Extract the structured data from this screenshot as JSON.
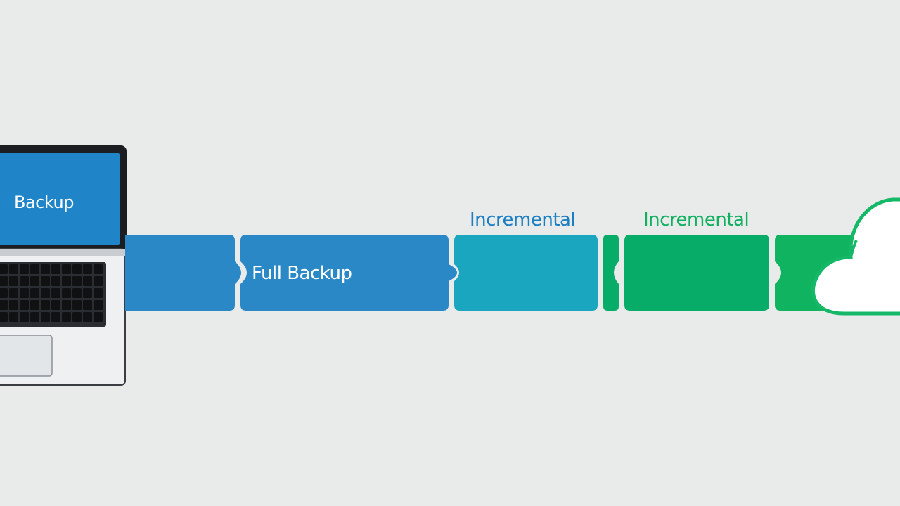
{
  "laptop": {
    "screen_label": "Backup",
    "screen_color": "#1f85c8"
  },
  "chain": {
    "blocks": [
      {
        "label": "Full Backup",
        "color": "#2a88c6"
      },
      {
        "label": "Incremental",
        "color": "#1aa6bf"
      },
      {
        "label": "Incremental",
        "color": "#07ac68"
      }
    ],
    "label_colors": {
      "incremental_1": "#1a7fc2",
      "incremental_2": "#10b060"
    },
    "connector_color": "#10b35f"
  },
  "destination": {
    "icon": "cloud-icon",
    "outline_color": "#14b866"
  }
}
